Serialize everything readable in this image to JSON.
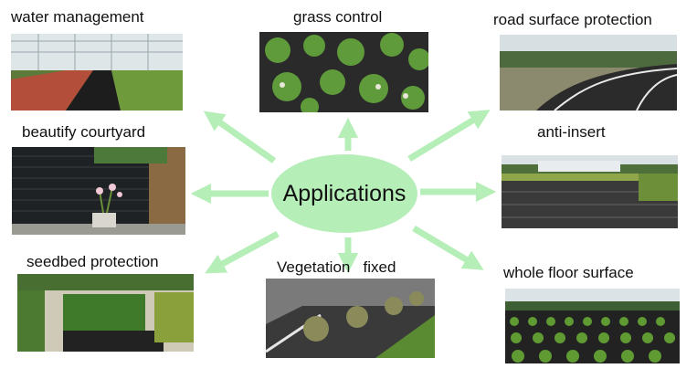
{
  "center": {
    "label": "Applications",
    "color": "#b6eeb8"
  },
  "arrow_color": "#b6eeb8",
  "items": [
    {
      "id": "water-management",
      "label": "water management"
    },
    {
      "id": "grass-control",
      "label": "grass control"
    },
    {
      "id": "road-surface-protection",
      "label": "road surface protection"
    },
    {
      "id": "beautify-courtyard",
      "label": "beautify courtyard"
    },
    {
      "id": "anti-insert",
      "label": "anti-insert"
    },
    {
      "id": "seedbed-protection",
      "label": "seedbed protection"
    },
    {
      "id": "vegetation-fixed",
      "label": "Vegetation   fixed"
    },
    {
      "id": "whole-floor-surface",
      "label": "whole floor surface"
    }
  ]
}
